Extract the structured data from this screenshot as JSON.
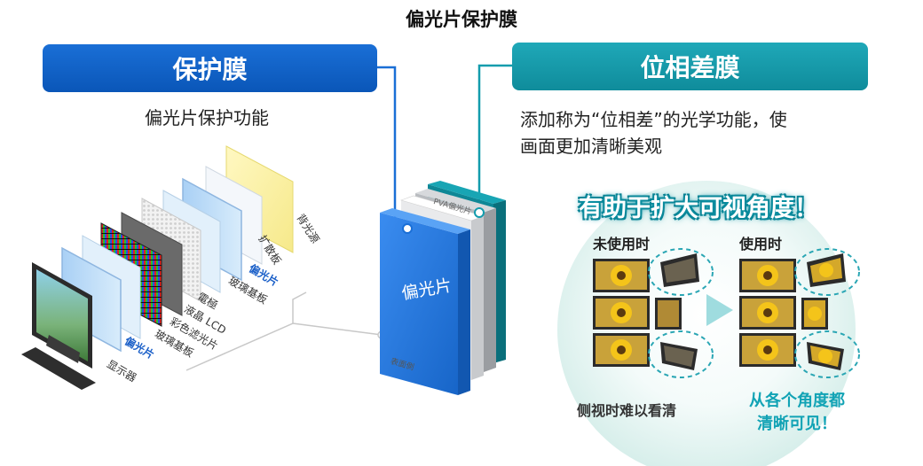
{
  "title": "偏光片保护膜",
  "left": {
    "header": "保护膜",
    "description": "偏光片保护功能"
  },
  "right": {
    "header": "位相差膜",
    "description_line1": "添加称为“位相差”的光学功能，使",
    "description_line2": "画面更加清晰美观",
    "highlight": "有助于扩大可视角度！",
    "before_label": "未使用时",
    "after_label": "使用时",
    "bottom_left": "侧视时难以看清",
    "bottom_right_line1": "从各个角度都",
    "bottom_right_line2": "清晰可见！"
  },
  "layers": {
    "backlight": "背光源",
    "diffuser": "扩散板",
    "polarizer_top": "偏光片",
    "glass_top": "玻璃基板",
    "electrode": "電極",
    "lcd": "液晶 LCD",
    "color_filter": "彩色滤光片",
    "glass_bottom": "玻璃基板",
    "polarizer_bottom": "偏光片",
    "display": "显示器"
  },
  "polarizer_block": {
    "label": "偏光片",
    "pva_label": "PVA偏光片",
    "surface_label": "表面側"
  },
  "colors": {
    "blue_header": "#0a5fc4",
    "teal_header": "#139cad",
    "block_blue": "#2a7de0",
    "block_teal": "#1392a0"
  }
}
